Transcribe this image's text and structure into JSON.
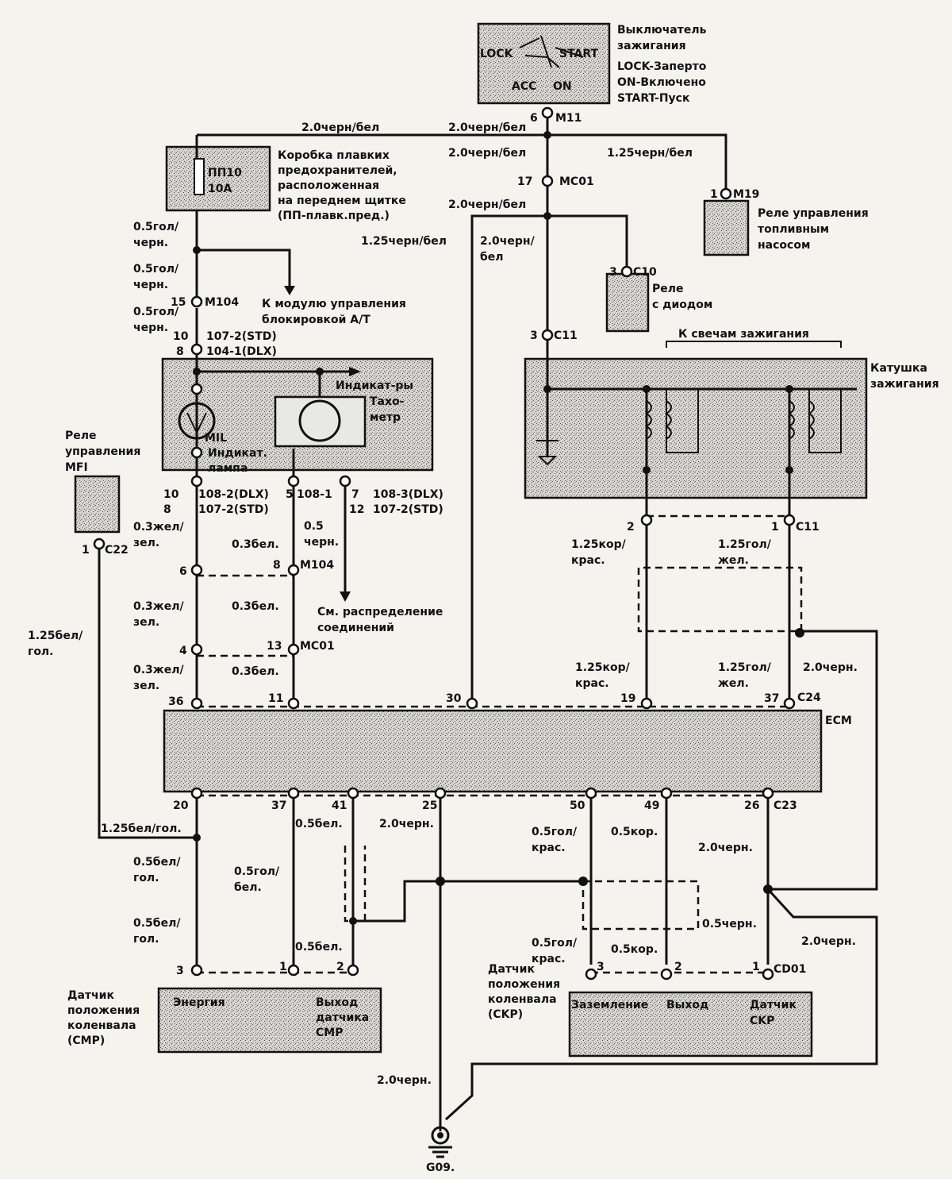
{
  "ignition_switch": {
    "lock": "LOCK",
    "start": "START",
    "acc": "ACC",
    "on": "ON",
    "title_1": "Выключатель",
    "title_2": "зажигания",
    "legend_lock": "LOCK-Заперто",
    "legend_on": "ON-Включено",
    "legend_start": "START-Пуск"
  },
  "fuse_box": {
    "fuse": "ПП10",
    "rating": "10A",
    "desc_1": "Коробка плавких",
    "desc_2": "предохранителей,",
    "desc_3": "расположенная",
    "desc_4": "на переднем щитке",
    "desc_5": "(ПП-плавк.пред.)"
  },
  "connectors": {
    "m11_pin": "6",
    "m11": "M11",
    "mc01_pin": "17",
    "mc01": "MC01",
    "m19_pin": "1",
    "m19": "M19",
    "c10_pin": "3",
    "c10": "C10",
    "c11_pin": "3",
    "c11": "C11",
    "m104_pin": "15",
    "m104": "M104",
    "c22_pin": "1",
    "c22": "C22",
    "c11b_pin2": "2",
    "c11b_pin1": "1",
    "c11b": "C11",
    "m104b_pin6": "6",
    "m104b_pin8": "8",
    "m104b": "M104",
    "mc01b_pin4": "4",
    "mc01b_pin13": "13",
    "mc01b": "MC01",
    "c24": "C24",
    "c23": "C23",
    "cd01": "CD01",
    "ground": "G09."
  },
  "wires": {
    "w_top_left": "2.0черн/бел",
    "w_top_mid": "2.0черн/бел",
    "w_mc01_above": "2.0черн/бел",
    "w_m19": "1.25черн/бел",
    "w_mc01_below": "2.0черн/бел",
    "w_left_vert": "1.25черн/бел",
    "w_c11_1": "2.0черн/",
    "w_c11_2": "бел",
    "w_fuse_1a": "0.5гол/",
    "w_fuse_1b": "черн.",
    "w_fuse_2a": "0.5гол/",
    "w_fuse_2b": "черн.",
    "w_fuse_3a": "0.5гол/",
    "w_fuse_3b": "черн.",
    "w_ylw_1a": "0.3жел/",
    "w_ylw_1b": "зел.",
    "w_wht_1": "0.3бел.",
    "w_blk_05a": "0.5",
    "w_blk_05b": "черн.",
    "w_ylw_2a": "0.3жел/",
    "w_ylw_2b": "зел.",
    "w_wht_2": "0.3бел.",
    "w_ylw_3a": "0.3жел/",
    "w_ylw_3b": "зел.",
    "w_wht_3": "0.3бел.",
    "w_mfi_a": "1.25бел/",
    "w_mfi_b": "гол.",
    "w_br_1a": "1.25кор/",
    "w_br_1b": "крас.",
    "w_bl_1a": "1.25гол/",
    "w_bl_1b": "жел.",
    "w_br_2a": "1.25кор/",
    "w_br_2b": "крас.",
    "w_bl_2a": "1.25гол/",
    "w_bl_2b": "жел.",
    "w_blk_right": "2.0черн.",
    "w_cmp_feed": "1.25бел/гол.",
    "w_cmp_1a": "0.5бел/",
    "w_cmp_1b": "гол.",
    "w_cmp_2a": "0.5бел/",
    "w_cmp_2b": "гол.",
    "w_cmp_out_a": "0.5гол/",
    "w_cmp_out_b": "бел.",
    "w_cmp_gnd_1": "0.5бел.",
    "w_cmp_gnd_2": "0.5бел.",
    "w_gnd_25": "2.0черн.",
    "w_ckp_1a": "0.5гол/",
    "w_ckp_1b": "крас.",
    "w_ckp_out_1": "0.5кор.",
    "w_ckp_gnd": "2.0черн.",
    "w_ckp_shield": "0.5черн.",
    "w_ckp_2a": "0.5гол/",
    "w_ckp_2b": "крас.",
    "w_ckp_out_2": "0.5кор.",
    "w_ckp_blk_2": "2.0черн.",
    "w_ground_main": "2.0черн."
  },
  "components": {
    "fuel_relay_1": "Реле управления",
    "fuel_relay_2": "топливным",
    "fuel_relay_3": "насосом",
    "diode_relay_1": "Реле",
    "diode_relay_2": "с диодом",
    "at_module_1": "К модулю управления",
    "at_module_2": "блокировкой А/Т",
    "spark_plugs": "К свечам зажигания",
    "coil_1": "Катушка",
    "coil_2": "зажигания",
    "cluster_p1": "10",
    "cluster_c1": "107-2(STD)",
    "cluster_p2": "8",
    "cluster_c2": "104-1(DLX)",
    "indicators_1": "Индикат-ры",
    "tach_1": "Тахо-",
    "tach_2": "метр",
    "mil": "MIL",
    "mil_1": "Индикат.",
    "mil_2": "лампа",
    "bc_p1": "10",
    "bc_c1": "108-2(DLX)",
    "bc_p2": "8",
    "bc_c2": "107-2(STD)",
    "bc_p3": "5",
    "bc_c3": "108-1",
    "bc_p4": "7",
    "bc_c4": "108-3(DLX)",
    "bc_p5": "12",
    "bc_c5": "107-2(STD)",
    "mfi_relay_1": "Реле",
    "mfi_relay_2": "управления",
    "mfi_relay_3": "MFI",
    "see_dist_1": "См. распределение",
    "see_dist_2": "соединений",
    "ecm": "ECM"
  },
  "ecm_pins": {
    "top_36": "36",
    "top_11": "11",
    "top_30": "30",
    "top_19": "19",
    "top_37": "37",
    "bot_20": "20",
    "bot_37": "37",
    "bot_41": "41",
    "bot_25": "25",
    "bot_50": "50",
    "bot_49": "49",
    "bot_26": "26"
  },
  "cmp_sensor": {
    "pin3": "3",
    "pin1": "1",
    "pin2": "2",
    "power": "Энергия",
    "out_1": "Выход",
    "out_2": "датчика",
    "out_3": "CMP",
    "title_1": "Датчик",
    "title_2": "положения",
    "title_3": "коленвала",
    "title_4": "(CMP)"
  },
  "ckp_sensor": {
    "pin3": "3",
    "pin2": "2",
    "pin1": "1",
    "ground": "Заземление",
    "out": "Выход",
    "sensor_1": "Датчик",
    "sensor_2": "CKP",
    "title_1": "Датчик",
    "title_2": "положения",
    "title_3": "коленвала",
    "title_4": "(CKP)"
  }
}
